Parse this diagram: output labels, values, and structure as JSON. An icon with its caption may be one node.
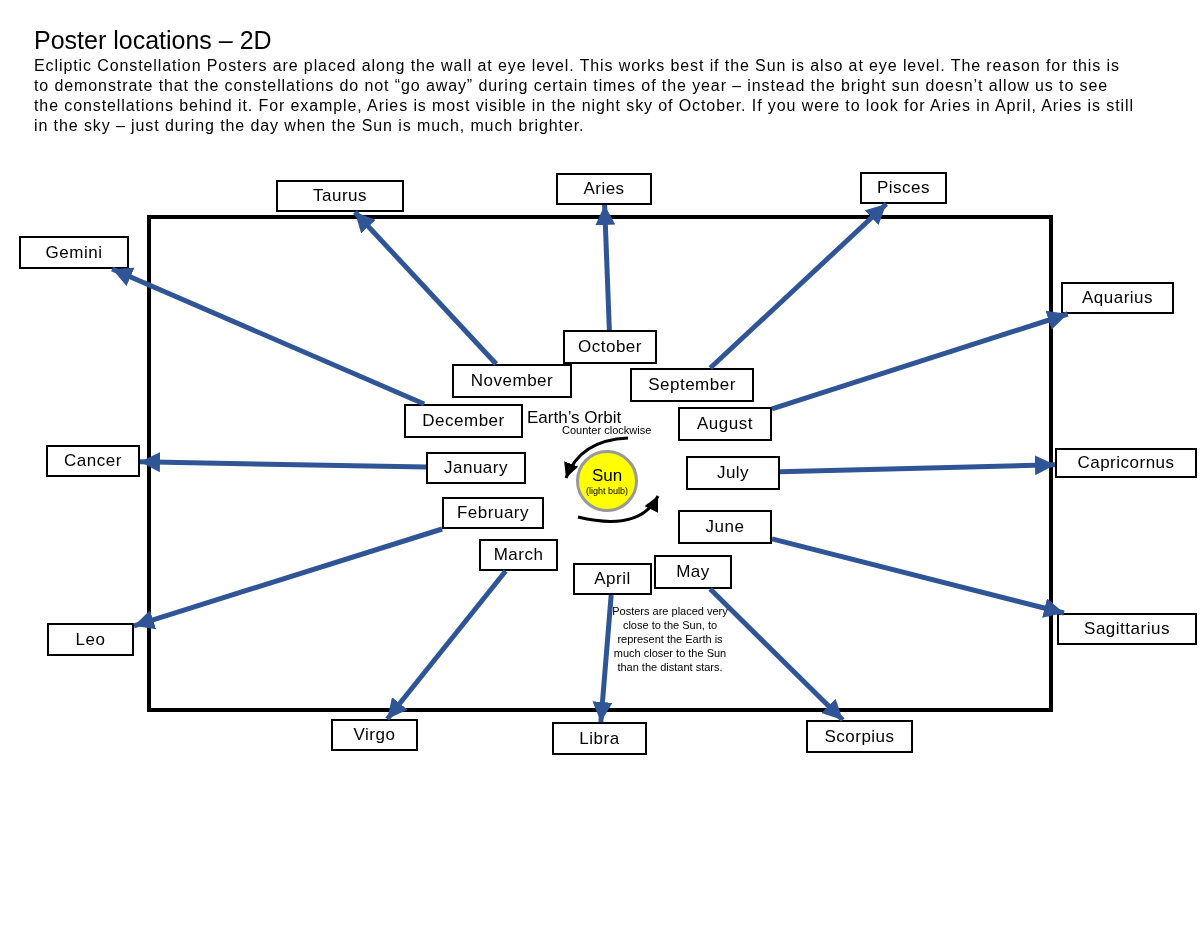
{
  "diagram": {
    "title": "Poster locations – 2D",
    "nodes": [
      {
        "text": [],
        "shape": "box"
      },
      {
        "text": [
          "Taurus"
        ]
      },
      {
        "text": [
          "Aries"
        ]
      },
      {
        "text": [
          "Pisces"
        ]
      },
      {
        "text": [
          "Gemini"
        ]
      },
      {
        "text": [
          "Aquarius"
        ]
      },
      {
        "text": [
          "Cancer"
        ]
      },
      {
        "text": [
          "Capricornus"
        ]
      },
      {
        "text": [
          "Sagittarius"
        ]
      },
      {
        "text": [
          "Leo"
        ]
      },
      {
        "text": [
          "Virgo"
        ]
      },
      {
        "text": [
          "Libra"
        ]
      },
      {
        "text": [
          "Scorpius"
        ]
      },
      {
        "text": [
          "October"
        ],
        "in": 0
      },
      {
        "text": [
          "November"
        ],
        "in": 0
      },
      {
        "text": [
          "September"
        ],
        "in": 0
      },
      {
        "text": [
          "December"
        ],
        "in": 0
      },
      {
        "text": [
          "August"
        ],
        "in": 0
      },
      {
        "text": [
          "January"
        ],
        "in": 0
      },
      {
        "text": [
          "July"
        ],
        "in": 0
      },
      {
        "text": [
          "February"
        ],
        "in": 0
      },
      {
        "text": [
          "June"
        ],
        "in": 0
      },
      {
        "text": [
          "March"
        ],
        "in": 0
      },
      {
        "text": [
          "May"
        ],
        "in": 0
      },
      {
        "text": [
          "April"
        ],
        "in": 0
      },
      {
        "text": [
          "Sun",
          "(light bulb)"
        ],
        "in": 0
      }
    ],
    "edges": [
      {
        "from": 13,
        "to": 2,
        "arrow": "to"
      },
      {
        "from": 14,
        "to": 1,
        "arrow": "to"
      },
      {
        "from": 15,
        "to": 3,
        "arrow": "to"
      },
      {
        "from": 16,
        "to": 4,
        "arrow": "to"
      },
      {
        "from": 17,
        "to": 5,
        "arrow": "to"
      },
      {
        "from": 18,
        "to": 6,
        "arrow": "to"
      },
      {
        "from": 19,
        "to": 7,
        "arrow": "to"
      },
      {
        "from": 20,
        "to": 9,
        "arrow": "to"
      },
      {
        "from": 21,
        "to": 8,
        "arrow": "to"
      },
      {
        "from": 22,
        "to": 10,
        "arrow": "to"
      },
      {
        "from": 23,
        "to": 12,
        "arrow": "to"
      },
      {
        "from": 24,
        "to": 11,
        "arrow": "to"
      }
    ],
    "labels": [
      "Ecliptic Constellation Posters are placed along the wall at eye level.  This works best if the Sun is also at eye level. The reason for this is to demonstrate that the constellations do not “go away” during certain times of the year – instead the bright sun doesn’t allow us to see the constellations behind it.  For example, Aries is most visible in the night sky of October.  If you were to look for Aries in April, Aries is still in the sky – just during the day when the Sun is much, much brighter.",
      "Earth’s Orbit",
      "Counter clockwise",
      "Posters are placed very close to the Sun, to represent the Earth is much closer to the Sun than the distant stars."
    ]
  }
}
